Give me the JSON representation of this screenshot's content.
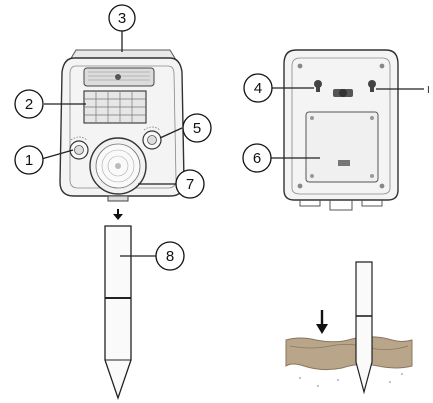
{
  "diagram": {
    "callouts": [
      {
        "id": "c1",
        "label": "1"
      },
      {
        "id": "c2",
        "label": "2"
      },
      {
        "id": "c3",
        "label": "3"
      },
      {
        "id": "c4",
        "label": "4"
      },
      {
        "id": "c5",
        "label": "5"
      },
      {
        "id": "c6",
        "label": "6"
      },
      {
        "id": "c7",
        "label": "7"
      },
      {
        "id": "c8",
        "label": "8"
      }
    ],
    "edge_mark": "I",
    "colors": {
      "stroke": "#222222",
      "soil": "#b9a58a",
      "soil_dark": "#8a7660",
      "panel": "#f4f4f4"
    }
  }
}
